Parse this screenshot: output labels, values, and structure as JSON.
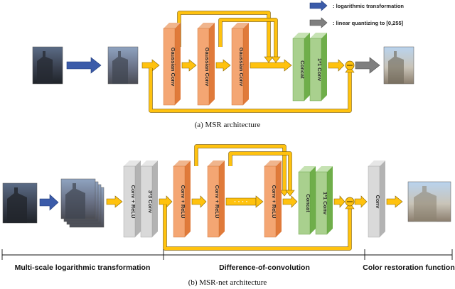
{
  "legend": {
    "blue_arrow_text": ": logarithmic transformation",
    "gray_arrow_text": ": linear quantizing to [0,255]"
  },
  "msr": {
    "caption": "(a)  MSR architecture",
    "gaussian_label": "Gaussian Conv",
    "concat_label": "Concat",
    "conv1_label": "1*1 Conv"
  },
  "msrnet": {
    "caption": "(b)  MSR-net architecture",
    "conv3_label": "3*3 Conv",
    "conv_relu_label": "Conv + ReLU",
    "dots": "· · · ·",
    "concat_label": "Concat",
    "conv1_label": "1*1 Conv",
    "final_conv_label": "Conv",
    "sections": {
      "left": "Multi-scale logarithmic transformation",
      "middle": "Difference-of-convolution",
      "right": "Color restoration function"
    }
  },
  "colors": {
    "yellow": "#FFC20E",
    "yellow_stroke": "#8a6500",
    "blue": "#3B5BA9",
    "gray_arrow": "#7F7F7F",
    "orange_front": "#F4A673",
    "orange_side": "#E07A3A",
    "green_front": "#A9D08E",
    "green_side": "#6FAE4A",
    "gray_front": "#D9D9D9",
    "gray_side": "#B3B3B3"
  }
}
